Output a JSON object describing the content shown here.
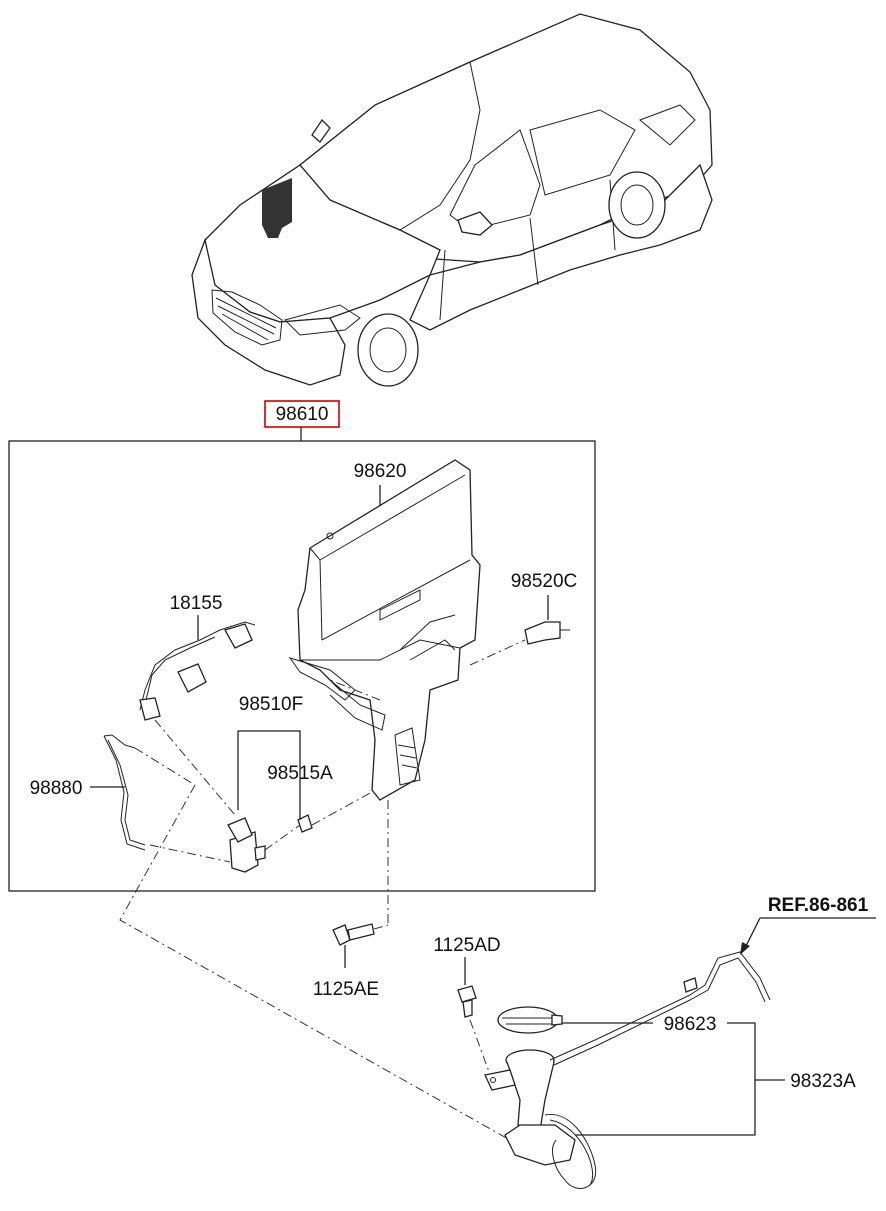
{
  "labels": {
    "assembly": "98610",
    "reservoir": "98620",
    "sensor_connector": "98520C",
    "wiring": "18155",
    "pump": "98510F",
    "grommet": "98515A",
    "hose": "98880",
    "bolt_lower": "1125AE",
    "bolt_filler": "1125AD",
    "cap": "98623",
    "filler_assembly": "98323A",
    "reference": "REF.86-861"
  },
  "colors": {
    "highlight_box": "#cc0000",
    "line": "#222222",
    "hood_marker": "#333333"
  }
}
